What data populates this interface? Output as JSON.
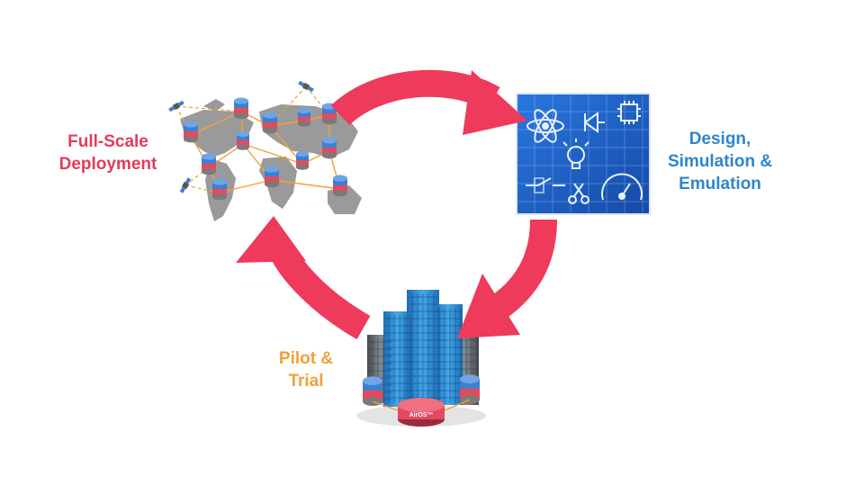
{
  "colors": {
    "arrow": "#EE3A5B",
    "deploy_text": "#E23C5A",
    "design_text": "#2F86CB",
    "pilot_text": "#F2A03A",
    "blueprint_bg": "#1D5FC8",
    "blueprint_line": "#A9CCF5",
    "map_gray": "#9A9A9A",
    "map_link": "#F3A233",
    "node_red": "#E44A5E",
    "node_blue": "#3E7FD1",
    "building_blue": "#2E93DB",
    "building_gray": "#6F6F6F"
  },
  "stages": {
    "deployment": {
      "line1": "Full-Scale",
      "line2": "Deployment"
    },
    "design": {
      "line1": "Design,",
      "line2": "Simulation &",
      "line3": "Emulation"
    },
    "pilot": {
      "line1": "Pilot &",
      "line2": "Trial"
    }
  },
  "node_badge": "AirOS",
  "base_badge": "AirOS™",
  "icons": [
    "world-map-network-icon",
    "blueprint-circuit-icon",
    "city-buildings-icon"
  ]
}
